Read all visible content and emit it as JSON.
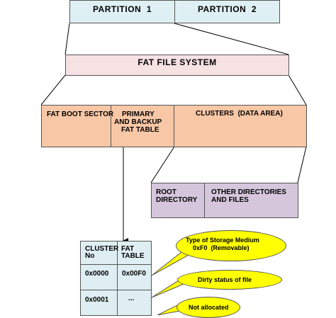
{
  "partitions": [
    "PARTITION  1",
    "PARTITION  2"
  ],
  "fat_file_system": "FAT FILE SYSTEM",
  "fat_sections": {
    "boot_sector": "FAT BOOT SECTOR",
    "fat_table": [
      "PRIMARY",
      "AND BACKUP",
      "FAT TABLE"
    ],
    "clusters": "CLUSTERS  (DATA AREA)"
  },
  "data_area": {
    "root_directory": [
      "ROOT",
      "DIRECTORY"
    ],
    "other": [
      "OTHER DIRECTORIES",
      "AND FILES"
    ]
  },
  "table": {
    "headers": [
      [
        "CLUSTER",
        "No"
      ],
      [
        "FAT",
        "TABLE"
      ]
    ],
    "rows": [
      [
        "0x0000",
        "0x00F0"
      ],
      [
        "0x0001",
        "..."
      ]
    ]
  },
  "callouts": [
    [
      "Type of Storage Medium",
      "0xF0  (Removable)"
    ],
    [
      "Dirty status of file"
    ],
    [
      "Not allocated"
    ]
  ],
  "colors": {
    "partition_fill": "#dff0f4",
    "fat_fs_fill": "#f6e1e3",
    "fat_sections_fill": "#f8c7a6",
    "data_area_fill": "#d6c6dc",
    "table_fill": "#dfeef2",
    "callout_fill": "#ffff00"
  }
}
